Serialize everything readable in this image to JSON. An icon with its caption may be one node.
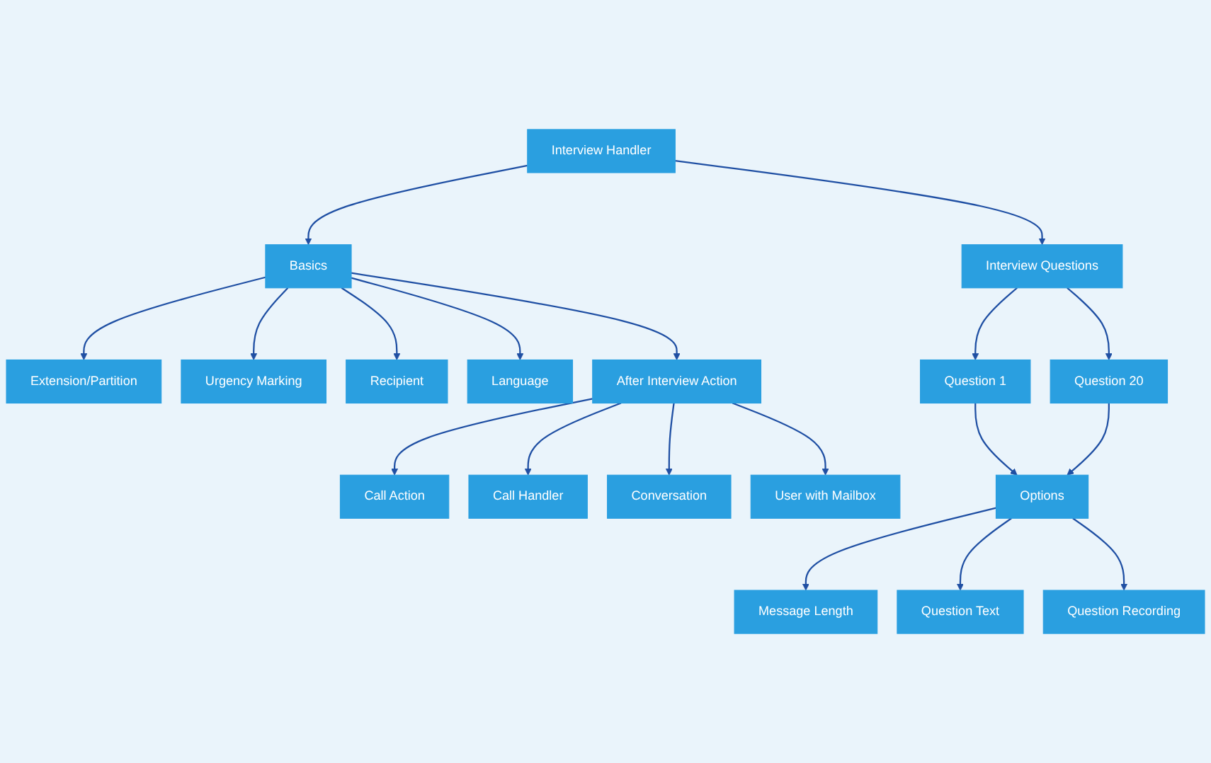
{
  "diagram": {
    "nodes": [
      {
        "text": [
          "Interview Handler"
        ]
      },
      {
        "text": [
          "Basics"
        ]
      },
      {
        "text": [
          "Interview Questions"
        ]
      },
      {
        "text": [
          "Extension/Partition"
        ]
      },
      {
        "text": [
          "Urgency Marking"
        ]
      },
      {
        "text": [
          "Recipient"
        ]
      },
      {
        "text": [
          "Language"
        ]
      },
      {
        "text": [
          "After Interview Action"
        ]
      },
      {
        "text": [
          "Question 1"
        ]
      },
      {
        "text": [
          "Question 20"
        ]
      },
      {
        "text": [
          "Options"
        ]
      },
      {
        "text": [
          "Message Length"
        ]
      },
      {
        "text": [
          "Question Text"
        ]
      },
      {
        "text": [
          "Question Recording"
        ]
      },
      {
        "text": [
          "Call Action"
        ]
      },
      {
        "text": [
          "Call Handler"
        ]
      },
      {
        "text": [
          "Conversation"
        ]
      },
      {
        "text": [
          "User with Mailbox"
        ]
      }
    ],
    "edges": [
      {
        "from": 0,
        "to": 1,
        "arrow": "to"
      },
      {
        "from": 0,
        "to": 2,
        "arrow": "to"
      },
      {
        "from": 1,
        "to": 3,
        "arrow": "to"
      },
      {
        "from": 1,
        "to": 4,
        "arrow": "to"
      },
      {
        "from": 1,
        "to": 5,
        "arrow": "to"
      },
      {
        "from": 1,
        "to": 6,
        "arrow": "to"
      },
      {
        "from": 1,
        "to": 7,
        "arrow": "to"
      },
      {
        "from": 2,
        "to": 8,
        "arrow": "to"
      },
      {
        "from": 2,
        "to": 9,
        "arrow": "to"
      },
      {
        "from": 8,
        "to": 10,
        "arrow": "to"
      },
      {
        "from": 9,
        "to": 10,
        "arrow": "to"
      },
      {
        "from": 10,
        "to": 11,
        "arrow": "to"
      },
      {
        "from": 10,
        "to": 12,
        "arrow": "to"
      },
      {
        "from": 10,
        "to": 13,
        "arrow": "to"
      },
      {
        "from": 7,
        "to": 14,
        "arrow": "to"
      },
      {
        "from": 7,
        "to": 15,
        "arrow": "to"
      },
      {
        "from": 7,
        "to": 16,
        "arrow": "to"
      },
      {
        "from": 7,
        "to": 17,
        "arrow": "to"
      }
    ]
  }
}
